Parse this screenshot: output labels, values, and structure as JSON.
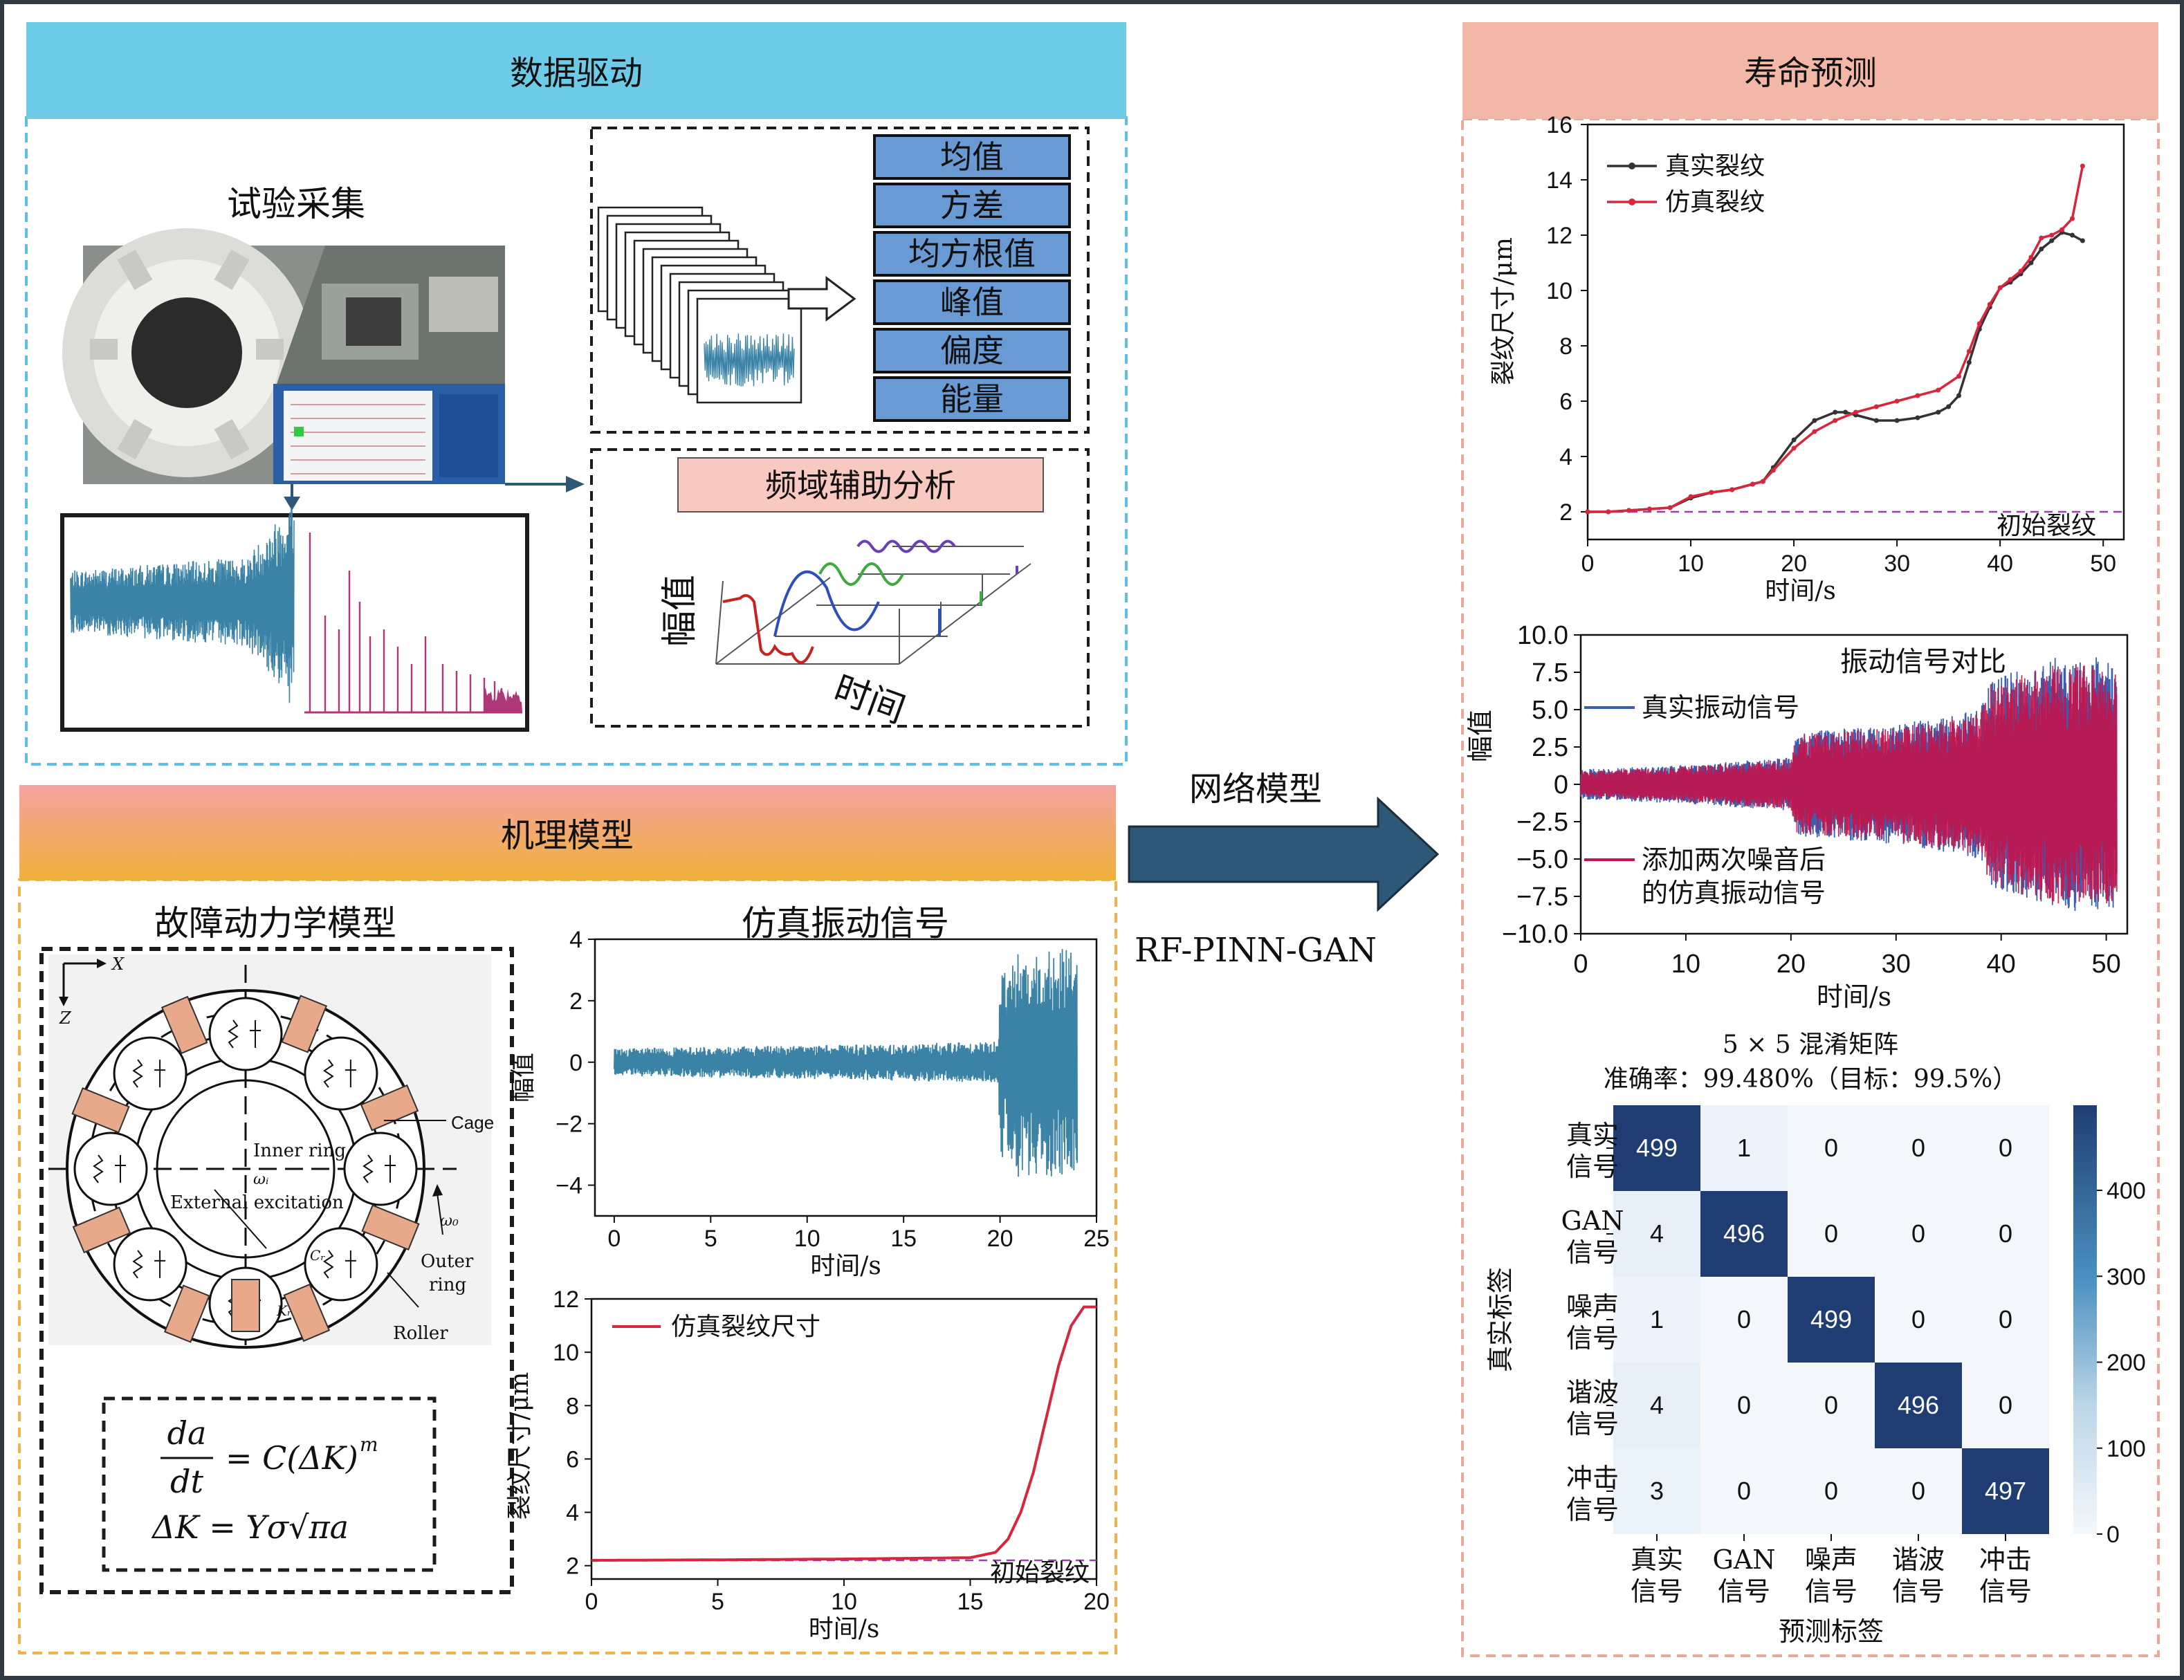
{
  "colors": {
    "frame": "#2f3a44",
    "data_driven_header": "#6ecbe8",
    "data_driven_border": "#5fbfe2",
    "mechanism_header_top": "#f5a96e",
    "mechanism_header_bottom": "#f2b23a",
    "mechanism_border": "#efb34a",
    "life_header": "#f2b7a6",
    "life_border": "#e9a99a",
    "arrow": "#2d5878",
    "real_series": "#333333",
    "sim_series": "#d7263d",
    "vib_blue": "#3a5fb0",
    "vib_red": "#c4144b",
    "teal_signal": "#3a83a6",
    "spectrum": "#b0367a",
    "feature_box": "#6a9ad3",
    "freq_title_bg": "#f7c9c0",
    "cm_dark": "#1f3d73",
    "cm_light": "#eef4fa"
  },
  "data_driven": {
    "header": "数据驱动",
    "test_collection": "试验采集",
    "features": [
      "均值",
      "方差",
      "均方根值",
      "峰值",
      "偏度",
      "能量"
    ],
    "freq_title": "频域辅助分析",
    "freq_ylabel": "幅值",
    "freq_xlabel": "时间"
  },
  "mechanism": {
    "header": "机理模型",
    "fault_title": "故障动力学模型",
    "sim_vib_title": "仿真振动信号",
    "bearing_labels": {
      "x_axis": "X",
      "z_axis": "Z",
      "cage": "Cage",
      "inner_ring": "Inner ring",
      "omega_i": "ωᵢ",
      "external_excitation": "External excitation",
      "omega_o": "ω₀",
      "outer_ring": "Outer",
      "outer_ring2": "ring",
      "roller": "Roller",
      "c_label": "Cᵣ",
      "k_label": "Kᵣ"
    },
    "formula": {
      "lhs_num": "da",
      "lhs_den": "dt",
      "rhs1": "= C(ΔK)",
      "rhs1_exp": "m",
      "line2": "ΔK = Yσ√πa"
    },
    "sim_vib_chart": {
      "ylabel": "幅值",
      "xlabel": "时间/s",
      "yticks": [
        "4",
        "2",
        "0",
        "−2",
        "−4"
      ],
      "xticks": [
        "0",
        "5",
        "10",
        "15",
        "20",
        "25"
      ]
    },
    "sim_crack_chart": {
      "ylabel": "裂纹尺寸/μm",
      "xlabel": "时间/s",
      "legend": "仿真裂纹尺寸",
      "annotation": "初始裂纹",
      "yticks": [
        "12",
        "10",
        "8",
        "6",
        "4",
        "2"
      ],
      "xticks": [
        "0",
        "5",
        "10",
        "15",
        "20"
      ]
    }
  },
  "network": {
    "label_top": "网络模型",
    "label_bottom": "RF-PINN-GAN"
  },
  "life": {
    "header": "寿命预测",
    "crack_chart": {
      "ylabel": "裂纹尺寸/μm",
      "xlabel": "时间/s",
      "legend_real": "真实裂纹",
      "legend_sim": "仿真裂纹",
      "annotation": "初始裂纹",
      "yticks": [
        "16",
        "14",
        "12",
        "10",
        "8",
        "6",
        "4",
        "2"
      ],
      "xticks": [
        "0",
        "10",
        "20",
        "30",
        "40",
        "50"
      ]
    },
    "vib_chart": {
      "title": "振动信号对比",
      "ylabel": "幅值",
      "xlabel": "时间/s",
      "legend_real": "真实振动信号",
      "legend_sim_1": "添加两次噪音后",
      "legend_sim_2": "的仿真振动信号",
      "yticks": [
        "10.0",
        "7.5",
        "5.0",
        "2.5",
        "0",
        "−2.5",
        "−5.0",
        "−7.5",
        "−10.0"
      ],
      "xticks": [
        "0",
        "10",
        "20",
        "30",
        "40",
        "50"
      ]
    },
    "confusion": {
      "title": "5 × 5 混淆矩阵",
      "subtitle": "准确率：99.480%（目标：99.5%）",
      "ylabel": "真实标签",
      "xlabel": "预测标签",
      "row_labels": [
        [
          "真实",
          "信号"
        ],
        [
          "GAN",
          "信号"
        ],
        [
          "噪声",
          "信号"
        ],
        [
          "谐波",
          "信号"
        ],
        [
          "冲击",
          "信号"
        ]
      ],
      "col_labels": [
        [
          "真实",
          "信号"
        ],
        [
          "GAN",
          "信号"
        ],
        [
          "噪声",
          "信号"
        ],
        [
          "谐波",
          "信号"
        ],
        [
          "冲击",
          "信号"
        ]
      ],
      "matrix": [
        [
          499,
          1,
          0,
          0,
          0
        ],
        [
          4,
          496,
          0,
          0,
          0
        ],
        [
          1,
          0,
          499,
          0,
          0
        ],
        [
          4,
          0,
          0,
          496,
          0
        ],
        [
          3,
          0,
          0,
          0,
          497
        ]
      ],
      "colorbar_ticks": [
        "400",
        "300",
        "200",
        "100",
        "0"
      ]
    }
  },
  "chart_data": [
    {
      "type": "line",
      "title": "",
      "xlabel": "时间/s",
      "ylabel": "裂纹尺寸/μm",
      "xlim": [
        0,
        52
      ],
      "ylim": [
        1,
        16
      ],
      "series": [
        {
          "name": "真实裂纹",
          "x": [
            0,
            2,
            4,
            6,
            8,
            10,
            12,
            14,
            16,
            17,
            18,
            20,
            22,
            24,
            25,
            26,
            28,
            30,
            32,
            34,
            35,
            36,
            37,
            38,
            39,
            40,
            41,
            42,
            43,
            44,
            45,
            46,
            47,
            48
          ],
          "y": [
            2.0,
            2.0,
            2.05,
            2.1,
            2.15,
            2.5,
            2.7,
            2.8,
            3.0,
            3.1,
            3.6,
            4.6,
            5.3,
            5.6,
            5.6,
            5.5,
            5.3,
            5.3,
            5.4,
            5.6,
            5.8,
            6.2,
            7.4,
            8.6,
            9.4,
            10.1,
            10.3,
            10.6,
            11.0,
            11.5,
            11.8,
            12.1,
            12.0,
            11.8
          ]
        },
        {
          "name": "仿真裂纹",
          "x": [
            0,
            2,
            4,
            6,
            8,
            10,
            12,
            14,
            16,
            17,
            18,
            20,
            22,
            24,
            26,
            28,
            30,
            32,
            34,
            36,
            37,
            38,
            39,
            40,
            41,
            42,
            43,
            44,
            45,
            46,
            47,
            48
          ],
          "y": [
            2.0,
            2.0,
            2.05,
            2.1,
            2.15,
            2.55,
            2.7,
            2.8,
            3.0,
            3.1,
            3.5,
            4.3,
            4.9,
            5.3,
            5.6,
            5.8,
            6.0,
            6.2,
            6.4,
            6.9,
            7.8,
            8.8,
            9.5,
            10.1,
            10.4,
            10.7,
            11.2,
            11.9,
            12.0,
            12.2,
            12.6,
            14.5
          ]
        }
      ],
      "annotation": {
        "text": "初始裂纹",
        "y": 2
      }
    },
    {
      "type": "area",
      "title": "振动信号对比",
      "xlabel": "时间/s",
      "ylabel": "幅值",
      "xlim": [
        0,
        52
      ],
      "ylim": [
        -10,
        10
      ],
      "series": [
        {
          "name": "真实振动信号",
          "x": [
            0,
            10,
            20,
            20.5,
            30,
            38,
            39,
            45,
            50
          ],
          "y_amplitude": [
            1.0,
            1.3,
            1.8,
            3.5,
            4.0,
            5.0,
            7.0,
            8.5,
            8.5
          ]
        },
        {
          "name": "添加两次噪音后的仿真振动信号",
          "x": [
            0,
            10,
            20,
            20.5,
            30,
            38,
            39,
            45,
            50
          ],
          "y_amplitude": [
            0.9,
            1.2,
            1.7,
            3.3,
            3.8,
            4.8,
            6.8,
            8.0,
            8.0
          ]
        }
      ]
    },
    {
      "type": "area",
      "title": "仿真振动信号",
      "xlabel": "时间/s",
      "ylabel": "幅值",
      "xlim": [
        -1,
        25
      ],
      "ylim": [
        -5,
        4
      ],
      "series": [
        {
          "name": "",
          "x": [
            0,
            5,
            10,
            15,
            19.9,
            20,
            21,
            22,
            23,
            24
          ],
          "y_amplitude": [
            0.45,
            0.5,
            0.55,
            0.6,
            0.7,
            3.0,
            3.8,
            3.6,
            3.8,
            3.5
          ]
        }
      ]
    },
    {
      "type": "line",
      "title": "",
      "xlabel": "时间/s",
      "ylabel": "裂纹尺寸/μm",
      "xlim": [
        0,
        20
      ],
      "ylim": [
        1.5,
        12
      ],
      "series": [
        {
          "name": "仿真裂纹尺寸",
          "x": [
            0,
            5,
            10,
            15,
            16,
            16.5,
            17,
            17.5,
            18,
            18.5,
            19,
            19.5,
            20
          ],
          "y": [
            2.2,
            2.22,
            2.25,
            2.3,
            2.5,
            3.0,
            4.0,
            5.5,
            7.5,
            9.5,
            11.0,
            11.7,
            11.7
          ]
        }
      ],
      "annotation": {
        "text": "初始裂纹",
        "y": 2.2
      }
    },
    {
      "type": "heatmap",
      "title": "5 × 5 混淆矩阵",
      "xlabel": "预测标签",
      "ylabel": "真实标签",
      "categories": [
        "真实信号",
        "GAN信号",
        "噪声信号",
        "谐波信号",
        "冲击信号"
      ],
      "values": [
        [
          499,
          1,
          0,
          0,
          0
        ],
        [
          4,
          496,
          0,
          0,
          0
        ],
        [
          1,
          0,
          499,
          0,
          0
        ],
        [
          4,
          0,
          0,
          496,
          0
        ],
        [
          3,
          0,
          0,
          0,
          497
        ]
      ]
    }
  ]
}
